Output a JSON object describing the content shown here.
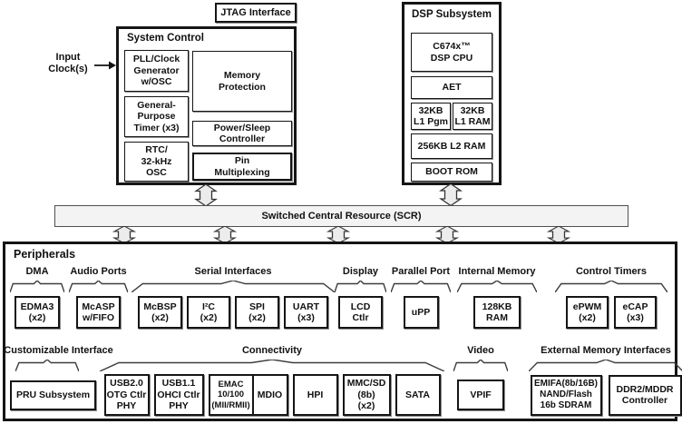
{
  "jtag": {
    "label": "JTAG Interface"
  },
  "input_clock": {
    "label": "Input\nClock(s)"
  },
  "system_control": {
    "title": "System Control",
    "pll": "PLL/Clock\nGenerator\nw/OSC",
    "timer": "General-\nPurpose\nTimer (x3)",
    "rtc": "RTC/\n32-kHz\nOSC",
    "memory_protection": "Memory\nProtection",
    "power_sleep": "Power/Sleep\nController",
    "pin_mux": "Pin\nMultiplexing"
  },
  "dsp_subsystem": {
    "title": "DSP Subsystem",
    "cpu": "C674x™\nDSP CPU",
    "aet": "AET",
    "l1_pgm": "32KB\nL1 Pgm",
    "l1_ram": "32KB\nL1 RAM",
    "l2_ram": "256KB L2 RAM",
    "boot_rom": "BOOT ROM"
  },
  "scr": {
    "label": "Switched Central Resource (SCR)"
  },
  "peripherals": {
    "title": "Peripherals",
    "row1": [
      {
        "label": "DMA",
        "boxes": [
          "EDMA3\n(x2)"
        ]
      },
      {
        "label": "Audio Ports",
        "boxes": [
          "McASP\nw/FIFO"
        ]
      },
      {
        "label": "Serial Interfaces",
        "boxes": [
          "McBSP\n(x2)",
          "I²C\n(x2)",
          "SPI\n(x2)",
          "UART\n(x3)"
        ]
      },
      {
        "label": "Display",
        "boxes": [
          "LCD\nCtlr"
        ]
      },
      {
        "label": "Parallel Port",
        "boxes": [
          "uPP"
        ]
      },
      {
        "label": "Internal Memory",
        "boxes": [
          "128KB\nRAM"
        ]
      },
      {
        "label": "Control Timers",
        "boxes": [
          "ePWM\n(x2)",
          "eCAP\n(x3)"
        ]
      }
    ],
    "row2": [
      {
        "label": "Customizable Interface",
        "boxes": [
          "PRU Subsystem"
        ]
      },
      {
        "label": "Connectivity",
        "boxes": [
          "USB2.0\nOTG Ctlr\nPHY",
          "USB1.1\nOHCI Ctlr\nPHY",
          "EMAC\n10/100\n(MII/RMII)",
          "MDIO",
          "HPI",
          "MMC/SD\n(8b)\n(x2)",
          "SATA"
        ]
      },
      {
        "label": "Video",
        "boxes": [
          "VPIF"
        ]
      },
      {
        "label": "External Memory Interfaces",
        "boxes": [
          "EMIFA(8b/16B)\nNAND/Flash\n16b SDRAM",
          "DDR2/MDDR\nController"
        ]
      }
    ]
  }
}
